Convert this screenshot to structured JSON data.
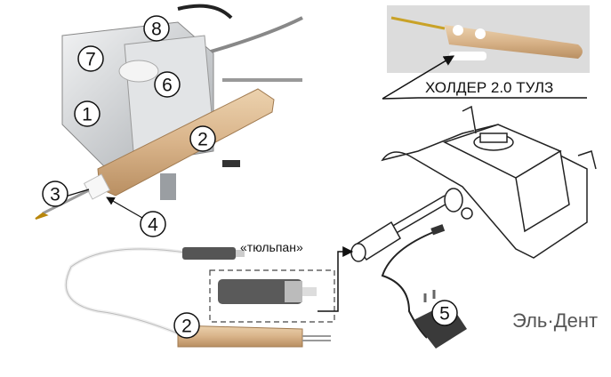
{
  "labels": {
    "holder": "ХОЛДЕР 2.0 ТУЛЗ",
    "connector": "«тюльпан»",
    "brand": "Эль·Дент"
  },
  "callouts": [
    "8",
    "7",
    "6",
    "1",
    "2",
    "3",
    "4",
    "2",
    "5"
  ],
  "colors": {
    "wood": "#d9b48a",
    "metal": "#d4d6d8",
    "line": "#111111",
    "brand_text": "#555555"
  }
}
